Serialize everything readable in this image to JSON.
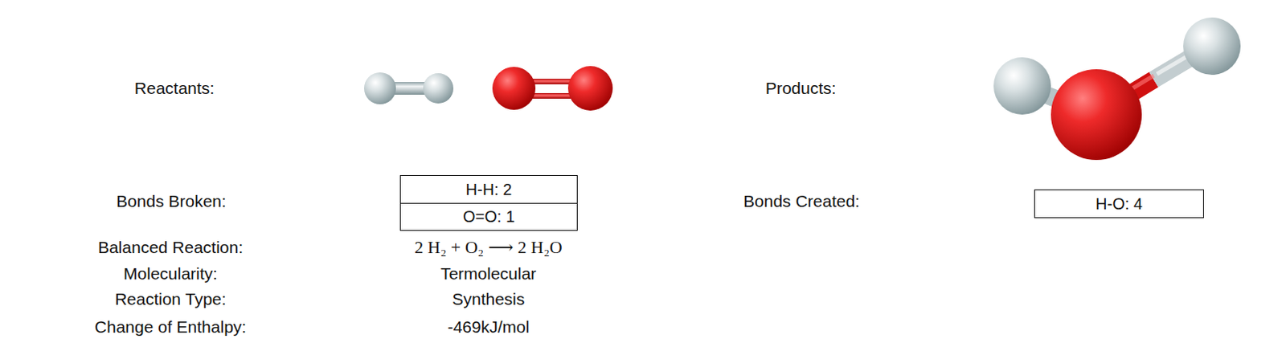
{
  "diagram": {
    "nodes": [
      {
        "text": [
          "H-H: 2"
        ]
      },
      {
        "text": [
          "O=O: 1"
        ]
      },
      {
        "text": [
          "H-O: 4"
        ]
      }
    ],
    "labels": [
      "Reactants:",
      "Products:",
      "Bonds Broken:",
      "Bonds Created:",
      "Balanced Reaction:",
      "2  H₂ + O₂  ⟶  2  H₂O",
      "Molecularity:",
      "Termolecular",
      "Reaction Type:",
      "Synthesis",
      "Change of Enthalpy:",
      "-469kJ/mol"
    ]
  }
}
